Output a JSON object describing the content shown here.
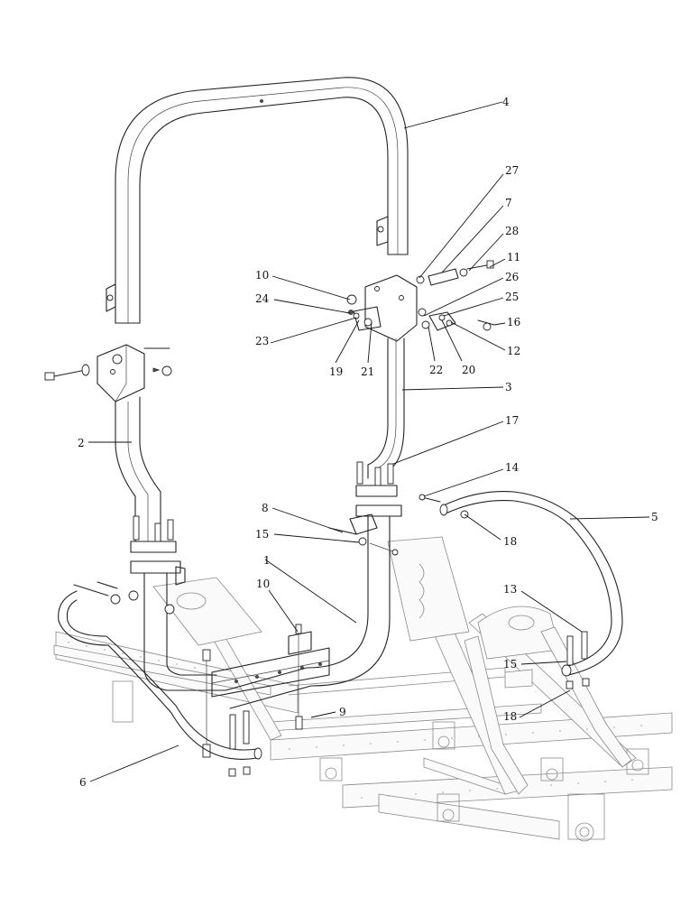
{
  "callouts": {
    "c1": "1",
    "c2": "2",
    "c3": "3",
    "c4": "4",
    "c5": "5",
    "c6": "6",
    "c7": "7",
    "c8": "8",
    "c9": "9",
    "c10a": "10",
    "c10b": "10",
    "c11": "11",
    "c12": "12",
    "c13": "13",
    "c14": "14",
    "c15a": "15",
    "c15b": "15",
    "c16": "16",
    "c17": "17",
    "c18a": "18",
    "c18b": "18",
    "c19": "19",
    "c20": "20",
    "c21": "21",
    "c22": "22",
    "c23": "23",
    "c24": "24",
    "c25": "25",
    "c26": "26",
    "c27": "27",
    "c28": "28"
  }
}
